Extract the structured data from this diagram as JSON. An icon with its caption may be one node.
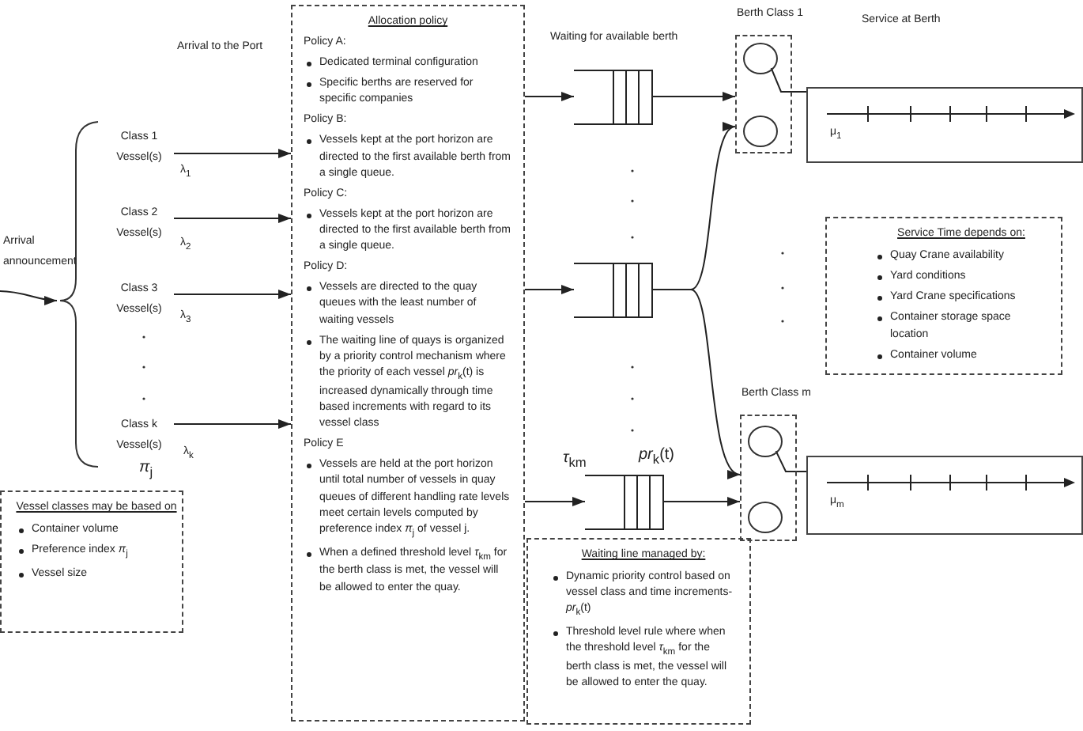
{
  "diagram": {
    "nodes": [
      {
        "text": [
          "Arrival announcement"
        ]
      },
      {
        "text": [
          "Class 1 Vessel(s)"
        ],
        "beside": [
          "λ$_{1}$"
        ]
      },
      {
        "text": [
          "Class 2 Vessel(s)"
        ],
        "beside": [
          "λ$_{2}$"
        ]
      },
      {
        "text": [
          "Class 3 Vessel(s)"
        ],
        "beside": [
          "λ$_{3}$"
        ]
      },
      {
        "text": [
          "Class k Vessel(s)"
        ],
        "beside": [
          "λ$_{k}$"
        ]
      },
      {
        "text": [
          "Allocation policy",
          "Policy A:",
          "Dedicated terminal configuration",
          "Specific berths are reserved for specific companies",
          "Policy B:",
          "Vessels kept at the port horizon are directed to the first available berth from a single queue.",
          "Policy C:",
          "Vessels kept at the port horizon are directed to the first available berth from a single queue.",
          "Policy D:",
          "Vessels are directed to the quay queues with the least number of waiting vessels",
          "The waiting line of quays is organized by a priority control mechanism where the priority of each vessel *pr*$_{k}$(t) is increased dynamically through time based increments with regard to its vessel class",
          "Policy E",
          "Vessels are held at the port horizon until total number of vessels in quay queues of different handling rate levels meet certain levels computed by preference index *π*$_{j}$ of vessel j.",
          "When a defined threshold level *τ*$_{km}$ for the berth class is met, the vessel will be allowed to enter the quay."
        ]
      },
      {
        "text": [],
        "shape": "queue"
      },
      {
        "text": [],
        "shape": "queue"
      },
      {
        "text": [],
        "shape": "queue",
        "beside": [
          "*τ*$_{km}$",
          "*pr*$_{k}$(t)"
        ]
      },
      {
        "text": [
          "Berth Class 1"
        ]
      },
      {
        "text": [],
        "shape": "circle",
        "in": 9
      },
      {
        "text": [],
        "shape": "circle",
        "in": 9
      },
      {
        "text": [
          "μ$_{1}$"
        ]
      },
      {
        "text": [
          "Service Time depends on:",
          "Quay Crane availability",
          "Yard conditions",
          "Yard Crane specifications",
          "Container storage space location",
          "Container volume"
        ]
      },
      {
        "text": [
          "Berth Class m"
        ]
      },
      {
        "text": [],
        "shape": "circle",
        "in": 14
      },
      {
        "text": [],
        "shape": "circle",
        "in": 14
      },
      {
        "text": [
          "μ$_{m}$"
        ]
      },
      {
        "text": [
          "Vessel classes may be based  on",
          "Container volume",
          "Preference index *π*$_{j}$",
          "Vessel size"
        ]
      },
      {
        "text": [
          "Waiting line managed by:",
          "Dynamic priority control based on vessel class and time increments- *pr*$_{k}$(t)",
          "Threshold level rule  where when the threshold level *τ*$_{km}$ for the berth class is met, the vessel will be allowed to enter the quay."
        ]
      }
    ],
    "edges": [
      {
        "from": null,
        "to": 0,
        "arrow": "to"
      },
      {
        "from": 1,
        "to": 5,
        "arrow": "to"
      },
      {
        "from": 2,
        "to": 5,
        "arrow": "to"
      },
      {
        "from": 3,
        "to": 5,
        "arrow": "to"
      },
      {
        "from": 4,
        "to": 5,
        "arrow": "to"
      },
      {
        "from": 5,
        "to": 6,
        "arrow": "to"
      },
      {
        "from": 5,
        "to": 7,
        "arrow": "to"
      },
      {
        "from": 5,
        "to": 8,
        "arrow": "to"
      },
      {
        "from": 6,
        "to": 9,
        "arrow": "to"
      },
      {
        "from": 7,
        "to": 9,
        "arrow": "to"
      },
      {
        "from": 7,
        "to": 14,
        "arrow": "to"
      },
      {
        "from": 8,
        "to": 14,
        "arrow": "to"
      },
      {
        "from": 10,
        "to": 12,
        "arrow": "none"
      },
      {
        "from": 15,
        "to": 17,
        "arrow": "none"
      }
    ],
    "labels": [
      "Arrival to the Port",
      "*π*$_{j}$",
      "Waiting for available berth",
      "Service at Berth"
    ]
  }
}
